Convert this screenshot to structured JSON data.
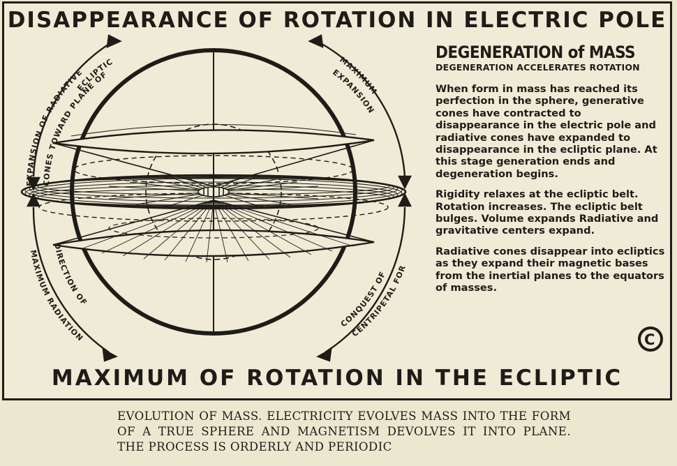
{
  "plate": {
    "top_title": "DISAPPEARANCE OF ROTATION IN ELECTRIC POLE",
    "bottom_title": "MAXIMUM OF ROTATION IN THE ECLIPTIC",
    "heading": "DEGENERATION of MASS",
    "subheading": "DEGENERATION ACCELERATES ROTATION",
    "paragraphs": [
      "When form in mass has reached its perfection in the sphere, generative cones have contracted to disappearance in the electric pole and radiative cones have expanded to disappearance in the ecliptic plane. At this stage generation ends and degeneration begins.",
      "Rigidity relaxes at the ecliptic belt. Rotation increases. The ecliptic belt bulges. Volume expands Radiative and gravitative centers expand.",
      "Radiative cones disappear into ecliptics as they expand their magnetic bases from the inertial planes to the equators of masses."
    ],
    "copyright_symbol": "C"
  },
  "diagram": {
    "labels": {
      "upper_left_line1": "EXPANSION OF RADIATIVE",
      "upper_left_line2": "CONES TOWARD PLANE OF",
      "upper_left_line3": "ECLIPTIC",
      "upper_right_line1": "MAXIMUM",
      "upper_right_line2": "EXPANSION",
      "lower_left_line1": "DIRECTION OF",
      "lower_left_line2": "MAXIMUM RADIATION",
      "lower_right_line1": "CONQUEST OF",
      "lower_right_line2": "CENTRIPETAL FORCE"
    }
  },
  "caption": "EVOLUTION OF MASS. ELECTRICITY EVOLVES MASS INTO THE FORM OF A TRUE SPHERE AND MAGNETISM DEVOLVES IT INTO PLANE. THE PROCESS IS ORDERLY AND PERIODIC"
}
